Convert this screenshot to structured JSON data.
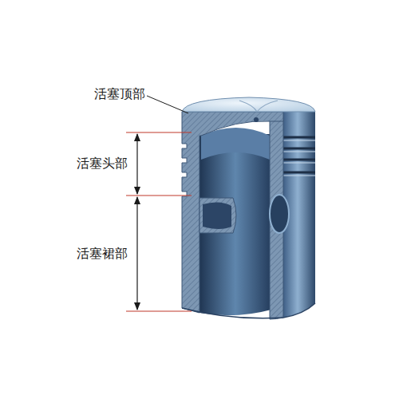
{
  "diagram": {
    "labels": [
      "活塞顶部",
      "活塞头部",
      "活塞裙部"
    ]
  }
}
